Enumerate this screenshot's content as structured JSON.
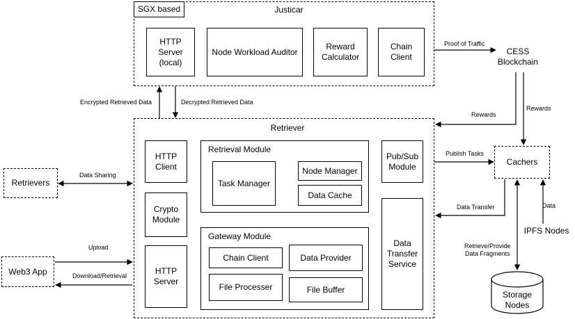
{
  "justicar": {
    "title": "Justicar",
    "tag": "SGX based",
    "http_server": "HTTP\nServer\n(local)",
    "auditor": "Node Workload Auditor",
    "reward_calculator": "Reward\nCalculator",
    "chain_client": "Chain\nClient"
  },
  "blockchain": "CESS\nBlockchain",
  "cachers": "Cachers",
  "ipfs_nodes": "IPFS Nodes",
  "storage_nodes": "Storage\nNodes",
  "retrievers_ext": "Retrievers",
  "web3_app": "Web3 App",
  "retriever": {
    "title": "Retriever",
    "http_client": "HTTP\nClient",
    "crypto_module": "Crypto\nModule",
    "http_server": "HTTP\nServer",
    "retrieval_module": {
      "title": "Retrieval Module",
      "task_manager": "Task Manager",
      "node_manager": "Node Manager",
      "data_cache": "Data Cache"
    },
    "gateway_module": {
      "title": "Gateway Module",
      "chain_client": "Chain Client",
      "data_provider": "Data Provider",
      "file_processer": "File Processer",
      "file_buffer": "File Buffer"
    },
    "pubsub": "Pub/Sub\nModule",
    "data_transfer_service": "Data\nTransfer\nService"
  },
  "edges": {
    "proof_of_traffic": "Proof of Traffic",
    "encrypted_retrieved_data": "Encrypted Retrieved Data",
    "decrypted_retrieved_data": "Decrypted Retrieved Data",
    "rewards_left": "Rewards",
    "rewards_down": "Rewards",
    "publish_tasks": "Publish Tasks",
    "data_sharing": "Data Sharing",
    "data_transfer": "Data Transfer",
    "data": "Data",
    "retrieve_provide": "Retrieve/Provide\nData Fragments",
    "upload": "Upload",
    "download_retrieval": "Download/Retrieval"
  }
}
